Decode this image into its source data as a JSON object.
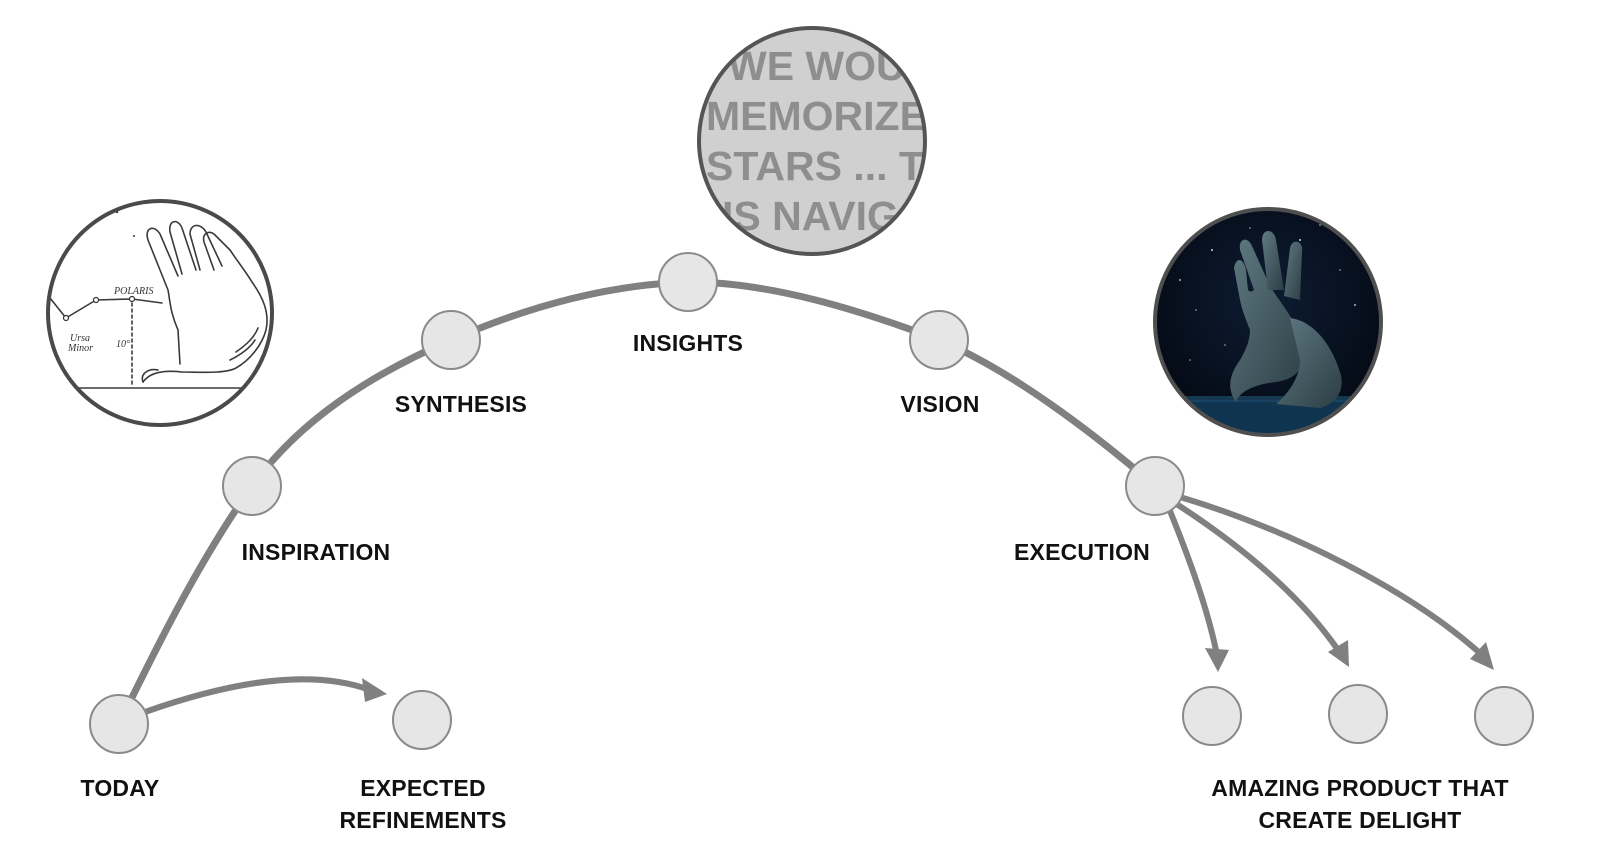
{
  "labels": {
    "today": "TODAY",
    "inspiration": "INSPIRATION",
    "synthesis": "SYNTHESIS",
    "insights": "INSIGHTS",
    "vision": "VISION",
    "execution": "EXECUTION",
    "expected_refinements_line1": "EXPECTED",
    "expected_refinements_line2": "REFINEMENTS",
    "amazing_product_line1": "AMAZING PRODUCT THAT",
    "amazing_product_line2": "CREATE DELIGHT"
  },
  "quote_image": {
    "lines": [
      "WE WOU",
      "MEMORIZE",
      "STARS ... TO",
      "IS NAVIG"
    ]
  },
  "sketch_image": {
    "polaris": "POLARIS",
    "ursa_minor_line1": "Ursa",
    "ursa_minor_line2": "Minor",
    "angle": "10°"
  },
  "colors": {
    "line": "#808080",
    "node_fill": "#e6e6e6",
    "node_stroke": "#8a8a8a",
    "label": "#111111",
    "quote_bg": "#cfcfcf",
    "night_sky": "#06101f"
  }
}
